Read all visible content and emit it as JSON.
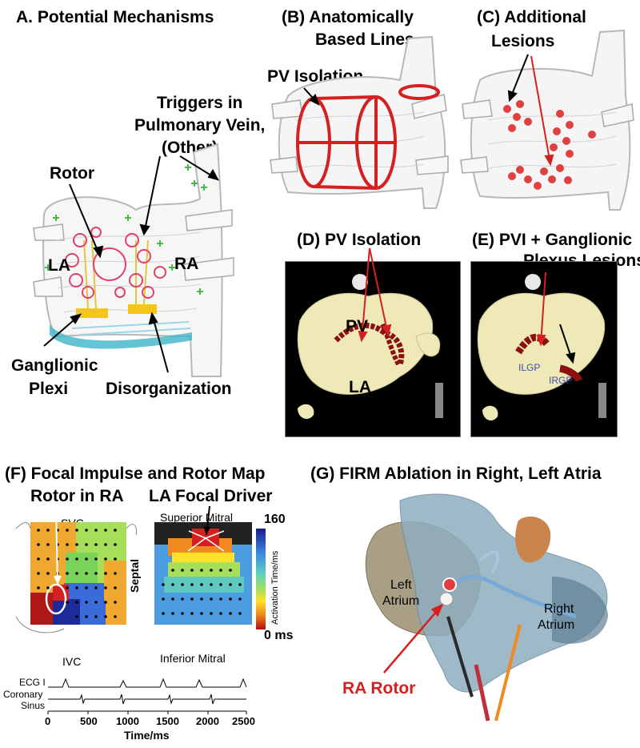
{
  "colors": {
    "red": "#d42020",
    "pink": "#e0426a",
    "tissue": "#f2edc7",
    "lesion": "#8b1010",
    "septum": "#6f8fa6",
    "tan": "#a99f85",
    "black": "#000000"
  },
  "panelA": {
    "title": "A. Potential Mechanisms",
    "triggers_line1": "Triggers in",
    "triggers_line2": "Pulmonary Vein,",
    "triggers_line3": "(Other)",
    "rotor": "Rotor",
    "la": "LA",
    "ra": "RA",
    "ganglionic1": "Ganglionic",
    "ganglionic2": "Plexi",
    "disorganization": "Disorganization"
  },
  "panelB": {
    "title1": "(B) Anatomically",
    "title2": "Based Lines",
    "pv_isolation": "PV Isolation"
  },
  "panelC": {
    "title1": "(C) Additional",
    "title2": "Lesions"
  },
  "panelD": {
    "title": "(D) PV Isolation",
    "pv": "PV",
    "la": "LA"
  },
  "panelE": {
    "title1": "(E) PVI + Ganglionic",
    "title2": "Plexus Lesions",
    "ilgp": "ILGP",
    "irgp": "IRGP"
  },
  "panelF": {
    "title": "(F) Focal Impulse and Rotor Map",
    "rotor_in_ra": "Rotor in RA",
    "la_focal": "LA Focal Driver",
    "svc": "SVC",
    "ivc": "IVC",
    "superior_mitral": "Superior Mitral",
    "inferior_mitral": "Inferior Mitral",
    "septal": "Septal",
    "scale_max": "160",
    "scale_min": "0 ms",
    "scale_label": "Activation Time/ms",
    "ecg1": "ECG I",
    "cs1": "Coronary",
    "cs2": "Sinus",
    "ticks": [
      "0",
      "500",
      "1000",
      "1500",
      "2000",
      "2500"
    ],
    "xlabel": "Time/ms"
  },
  "panelG": {
    "title": "(G) FIRM Ablation in Right, Left Atria",
    "left_atrium1": "Left",
    "left_atrium2": "Atrium",
    "right_atrium1": "Right",
    "right_atrium2": "Atrium",
    "ra_rotor": "RA Rotor"
  }
}
